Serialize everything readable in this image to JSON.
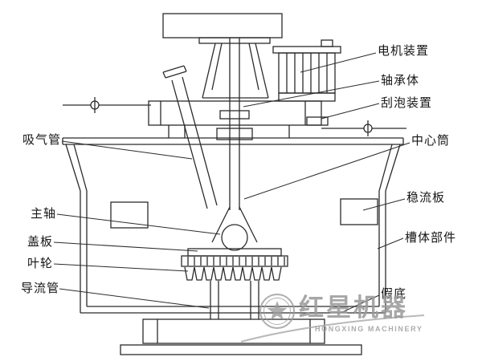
{
  "labels": {
    "motor_device": "电机装置",
    "bearing_body": "轴承体",
    "scraper_device": "刮泡装置",
    "center_tube": "中心筒",
    "stabilizer_plate": "稳流板",
    "tank_body": "槽体部件",
    "false_bottom": "假底",
    "suction_pipe": "吸气管",
    "main_shaft": "主轴",
    "cover_plate": "盖板",
    "impeller": "叶轮",
    "guide_tube": "导流管"
  },
  "watermark": {
    "brand_cn": "红星机器",
    "brand_en": "HONGXING MACHINERY",
    "color": "#9b9b9b"
  },
  "colors": {
    "line": "#2b2b2b",
    "background": "#ffffff"
  }
}
